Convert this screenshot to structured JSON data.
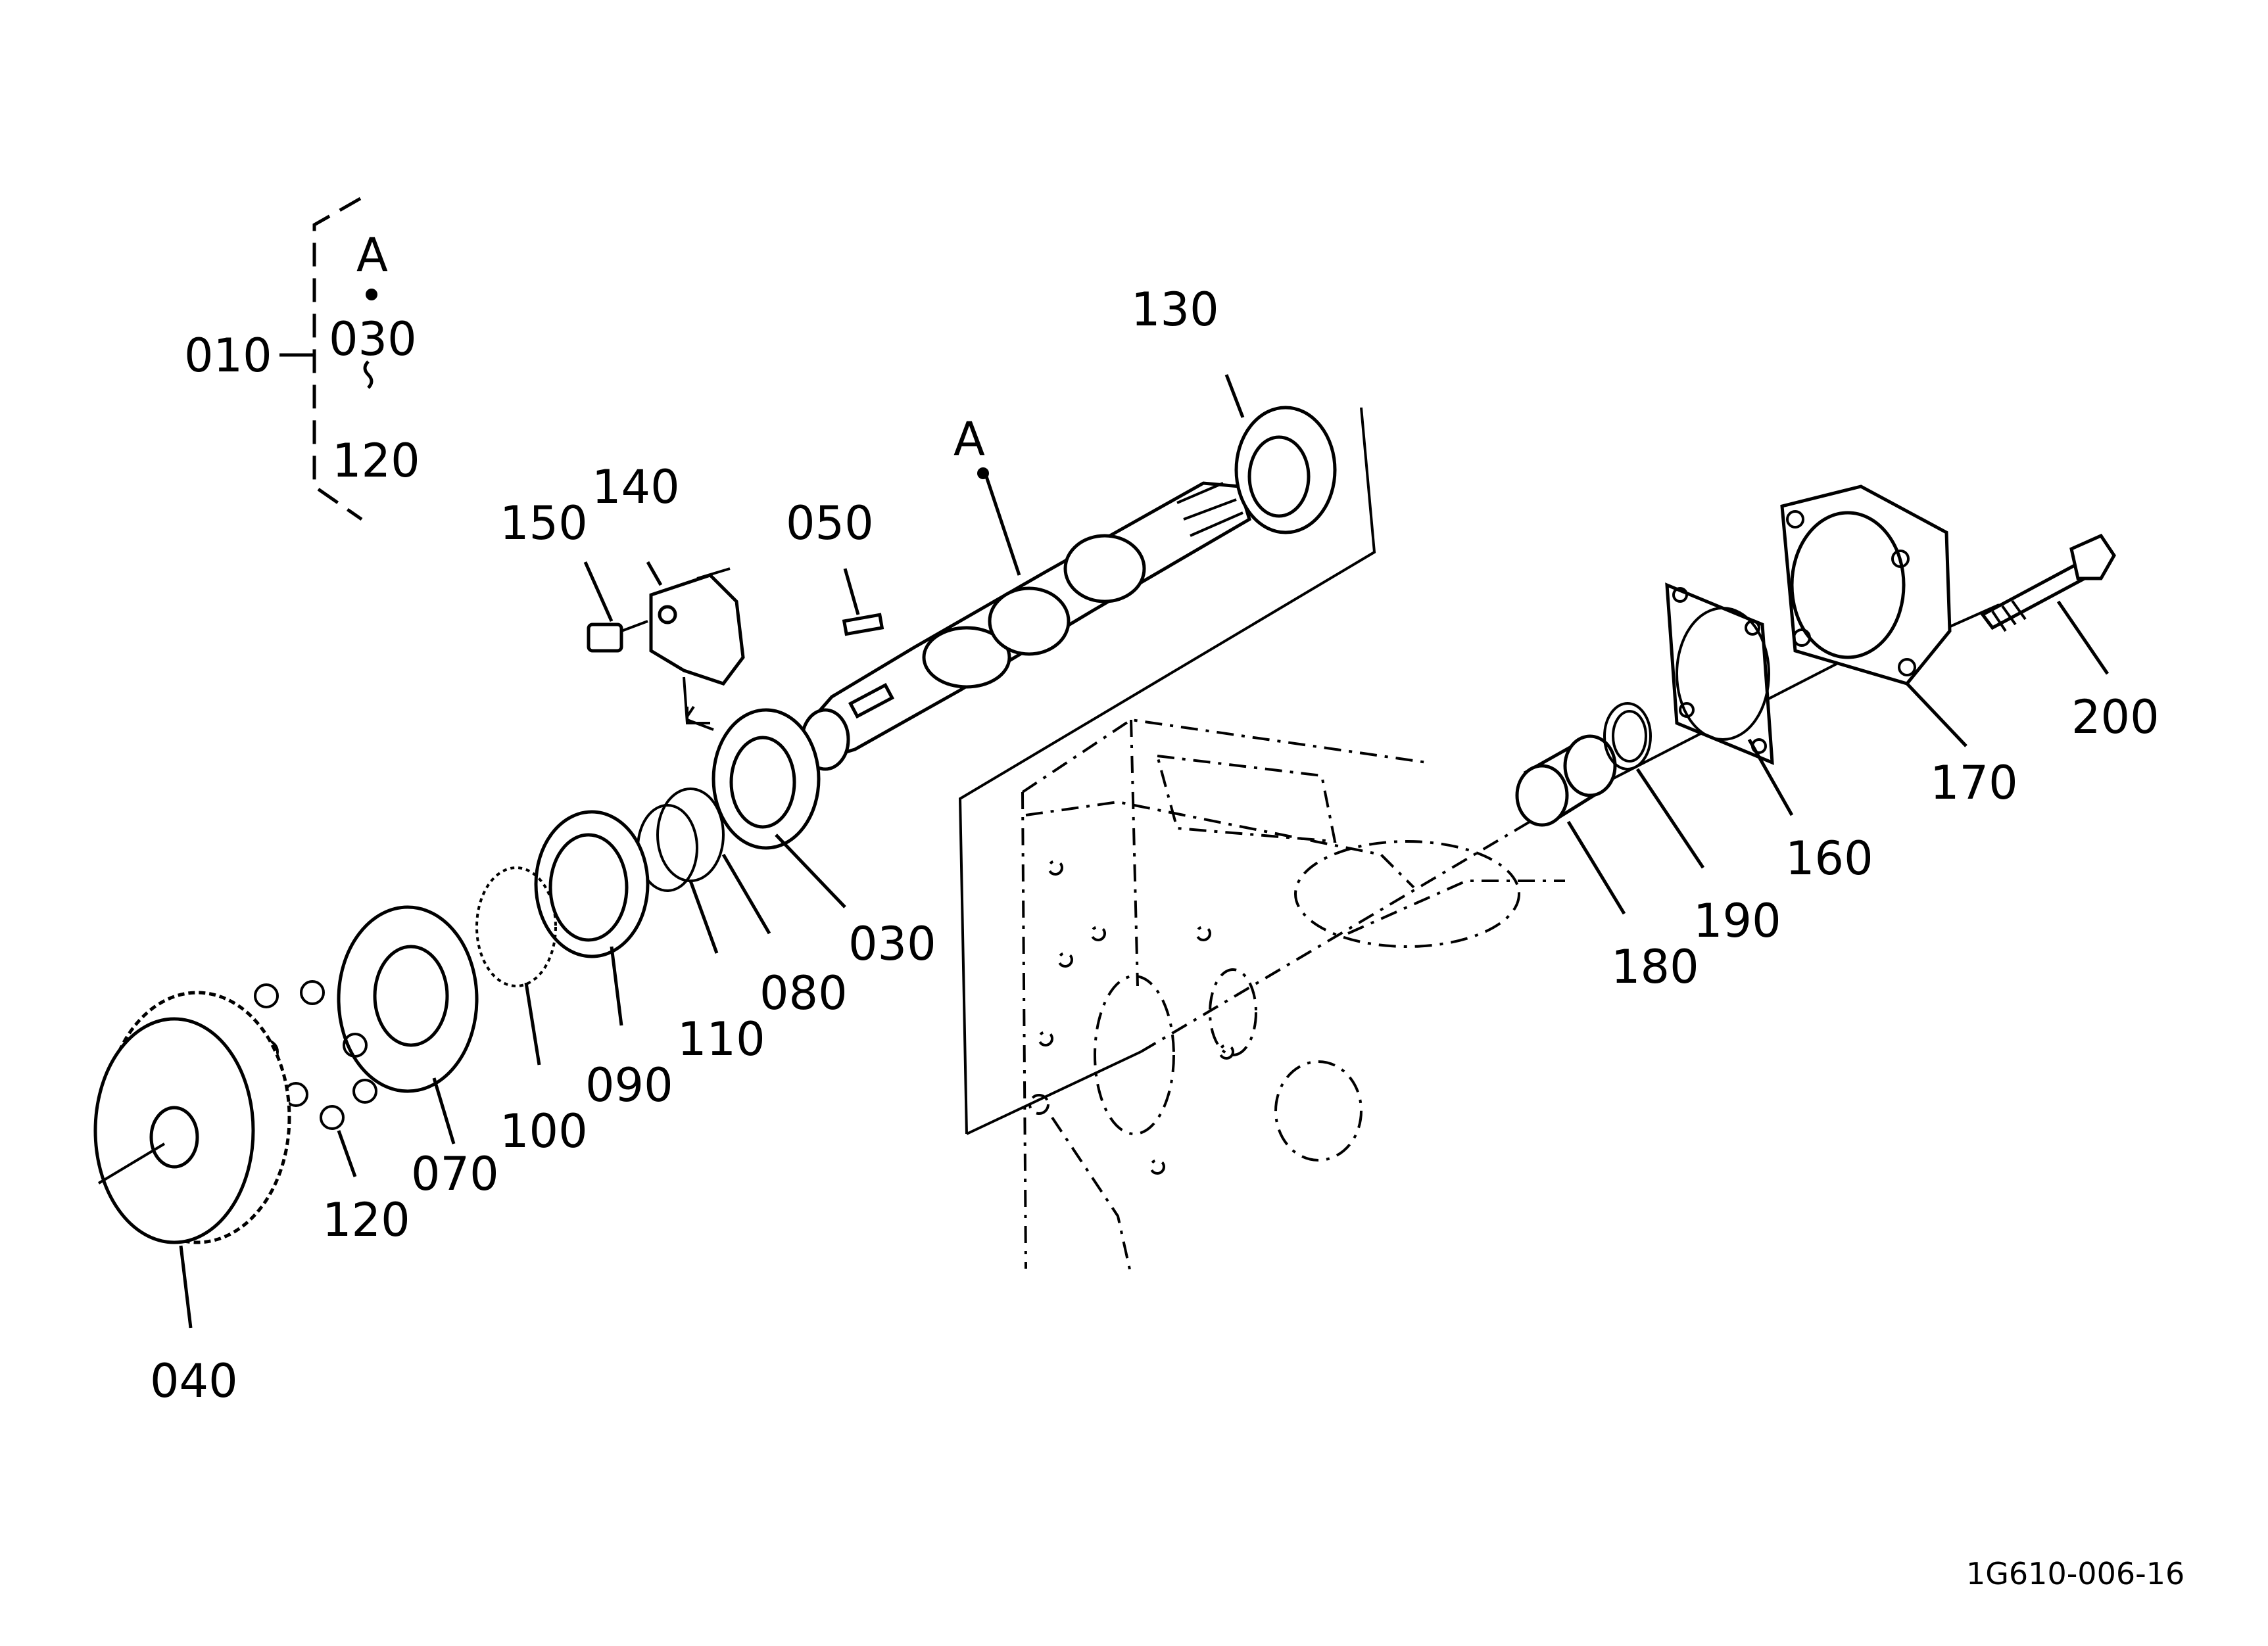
{
  "group": {
    "label": "010",
    "range_marker": "A",
    "from": "030",
    "tilde": "~",
    "to": "120"
  },
  "marker_a": "A",
  "parts": {
    "p030": "030",
    "p040": "040",
    "p050": "050",
    "p070": "070",
    "p080": "080",
    "p090": "090",
    "p100": "100",
    "p110": "110",
    "p120": "120",
    "p130": "130",
    "p140": "140",
    "p150": "150",
    "p160": "160",
    "p170": "170",
    "p180": "180",
    "p190": "190",
    "p200": "200"
  },
  "drawing_number": "1G610-006-16"
}
